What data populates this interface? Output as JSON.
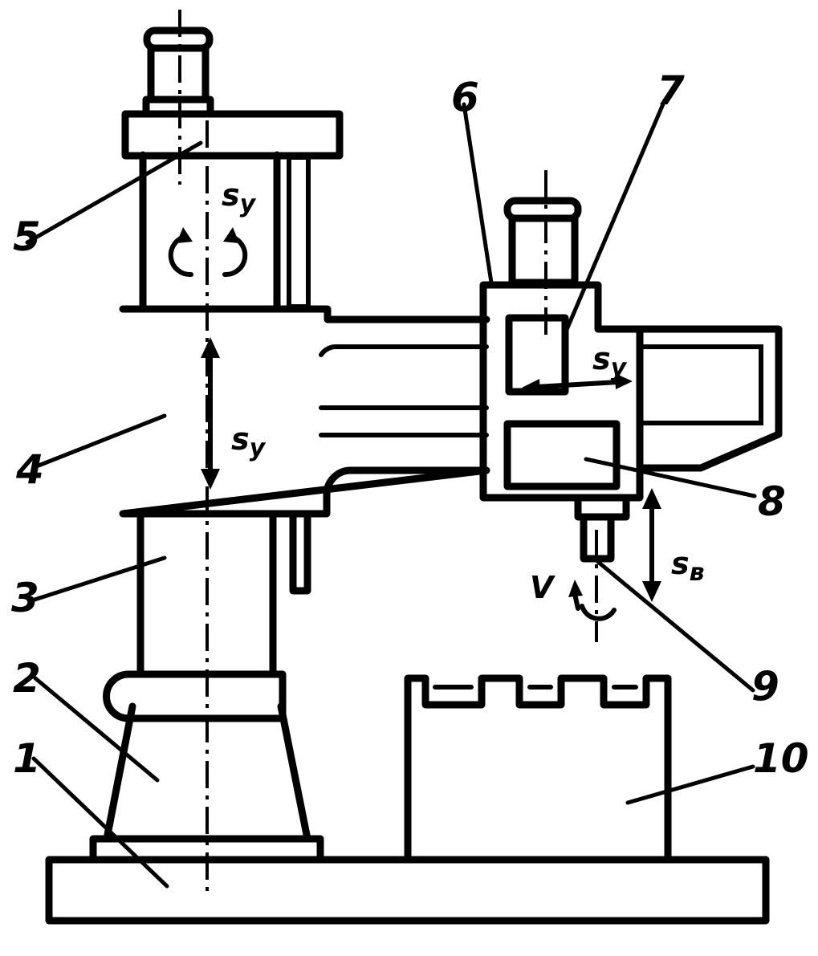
{
  "part_labels": [
    "1",
    "2",
    "3",
    "4",
    "5",
    "6",
    "7",
    "8",
    "9",
    "10"
  ],
  "motion_labels": {
    "feed_column": {
      "base": "s",
      "sub": "y"
    },
    "feed_sleeve": {
      "base": "s",
      "sub": "y"
    },
    "feed_head": {
      "base": "s",
      "sub": "y"
    },
    "feed_spindle": {
      "base": "s",
      "sub": "в"
    },
    "cutting_speed": "V"
  }
}
